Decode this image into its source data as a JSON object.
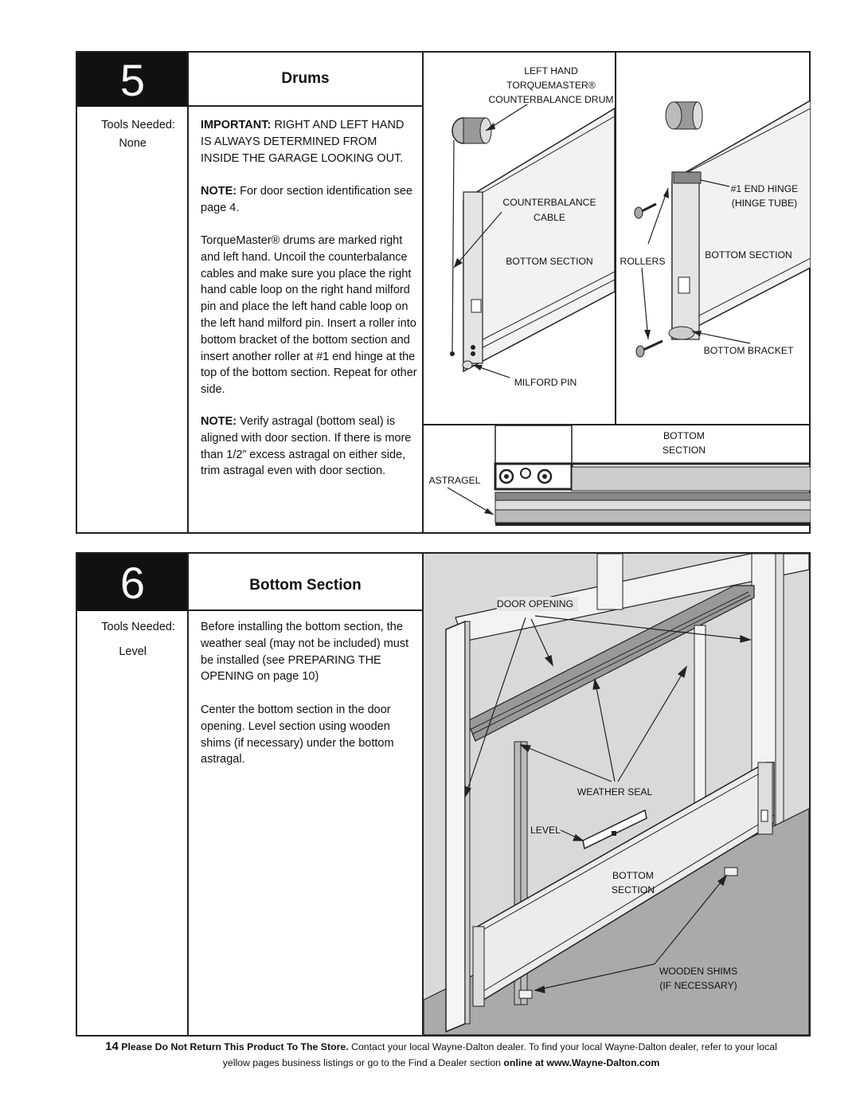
{
  "step5": {
    "number": "5",
    "title": "Drums",
    "tools_label": "Tools Needed:",
    "tools_value": "None",
    "important_prefix": "IMPORTANT:",
    "important_text": " RIGHT AND LEFT HAND IS ALWAYS DETERMINED FROM INSIDE THE GARAGE LOOKING OUT.",
    "note1_prefix": "NOTE:",
    "note1_text": " For door section identification see page 4.",
    "body": "TorqueMaster® drums are marked right and left hand. Uncoil the counterbalance cables and make sure you place the right hand cable loop on the right hand milford pin and place the left hand cable loop on the left hand milford pin. Insert a roller into bottom bracket of the bottom section and insert another roller at #1 end hinge at the top of the bottom section. Repeat for other side.",
    "note2_prefix": "NOTE:",
    "note2_text": " Verify astragal (bottom seal) is aligned with door section. If there is more than 1/2” excess astragal on either side, trim astragal even with door section.",
    "labels": {
      "left_hand_1": "LEFT HAND",
      "left_hand_2": "TORQUEMASTER®",
      "left_hand_3": "COUNTERBALANCE DRUM",
      "cb_cable_1": "COUNTERBALANCE",
      "cb_cable_2": "CABLE",
      "bottom_section_left": "BOTTOM SECTION",
      "milford_pin": "MILFORD PIN",
      "end_hinge_1": "#1 END HINGE",
      "end_hinge_2": "(HINGE TUBE)",
      "rollers": "ROLLERS",
      "bottom_section_right": "BOTTOM SECTION",
      "bottom_bracket": "BOTTOM BRACKET",
      "bottom_1": "BOTTOM",
      "section_1": "SECTION",
      "astragel": "ASTRAGEL"
    }
  },
  "step6": {
    "number": "6",
    "title": "Bottom Section",
    "tools_label": "Tools Needed:",
    "tools_value": "Level",
    "para1": "Before installing the bottom section, the weather seal (may not be included) must be installed (see PREPARING THE OPENING on page 10)",
    "para2": "Center the bottom section in the door opening. Level section using wooden shims (if necessary) under the bottom astragal.",
    "labels": {
      "door_opening": "DOOR OPENING",
      "weather_seal": "WEATHER SEAL",
      "level": "LEVEL",
      "bottom": "BOTTOM",
      "section": "SECTION",
      "wooden_shims": "WOODEN SHIMS",
      "if_necessary": "(IF NECESSARY)"
    }
  },
  "footer": {
    "page_number": "14",
    "bold_lead": "Please Do Not Return This Product To The Store.",
    "text1": " Contact your local Wayne-Dalton dealer. To find your local Wayne-Dalton dealer, refer to your local",
    "text2": "yellow pages business listings or go to the Find a Dealer section ",
    "online": "online at www.Wayne-Dalton.com"
  }
}
